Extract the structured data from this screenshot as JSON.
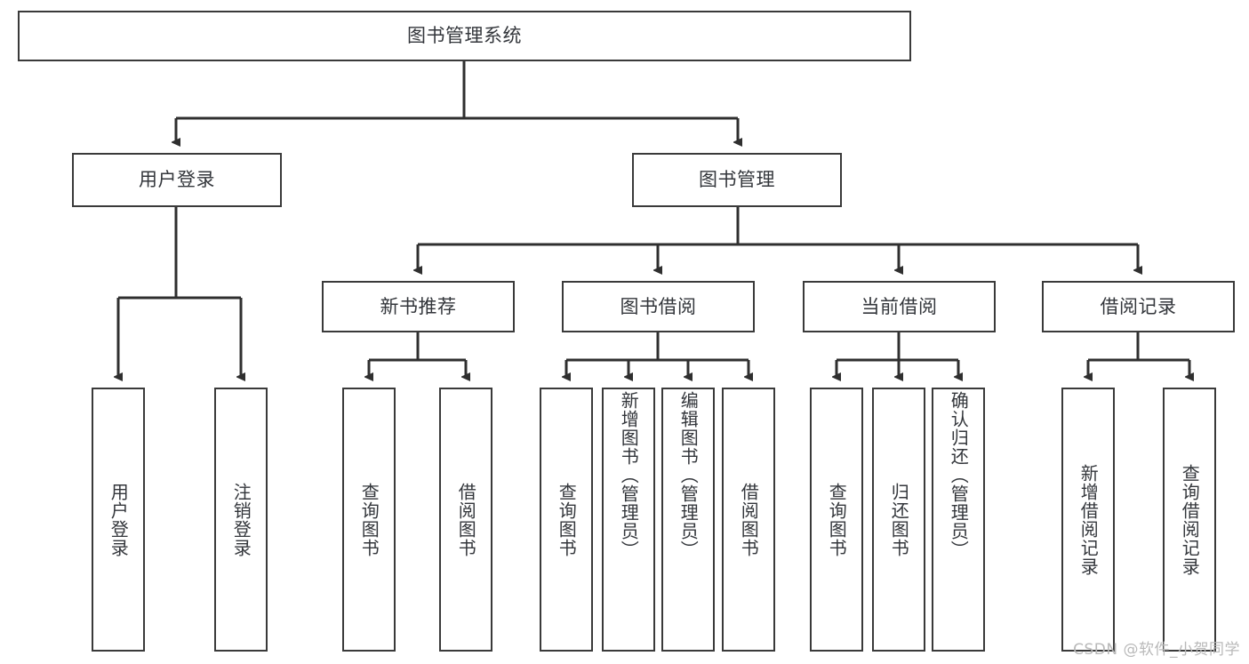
{
  "diagram": {
    "title": "图书管理系统",
    "type": "tree-hierarchy-diagram",
    "watermark": "CSDN @软件_小贺同学",
    "colors": {
      "box_border": "#3a3a3a",
      "box_fill": "#ffffff",
      "text": "#33363b",
      "connector": "#2f2f2f",
      "watermark": "#b9b9b9"
    },
    "root": {
      "label": "图书管理系统"
    },
    "level2": [
      {
        "label": "用户登录"
      },
      {
        "label": "图书管理"
      }
    ],
    "level3": [
      {
        "label": "新书推荐"
      },
      {
        "label": "图书借阅"
      },
      {
        "label": "当前借阅"
      },
      {
        "label": "借阅记录"
      }
    ],
    "leaves": {
      "user_login": [
        {
          "label": "用户登录"
        },
        {
          "label": "注销登录"
        }
      ],
      "new_book_recommend": [
        {
          "label": "查询图书"
        },
        {
          "label": "借阅图书"
        }
      ],
      "book_borrow": [
        {
          "label": "查询图书"
        },
        {
          "label": "新增图书（管理员）"
        },
        {
          "label": "编辑图书（管理员）"
        },
        {
          "label": "借阅图书"
        }
      ],
      "current_borrow": [
        {
          "label": "查询图书"
        },
        {
          "label": "归还图书"
        },
        {
          "label": "确认归还（管理员）"
        }
      ],
      "borrow_record": [
        {
          "label": "新增借阅记录"
        },
        {
          "label": "查询借阅记录"
        }
      ]
    }
  }
}
